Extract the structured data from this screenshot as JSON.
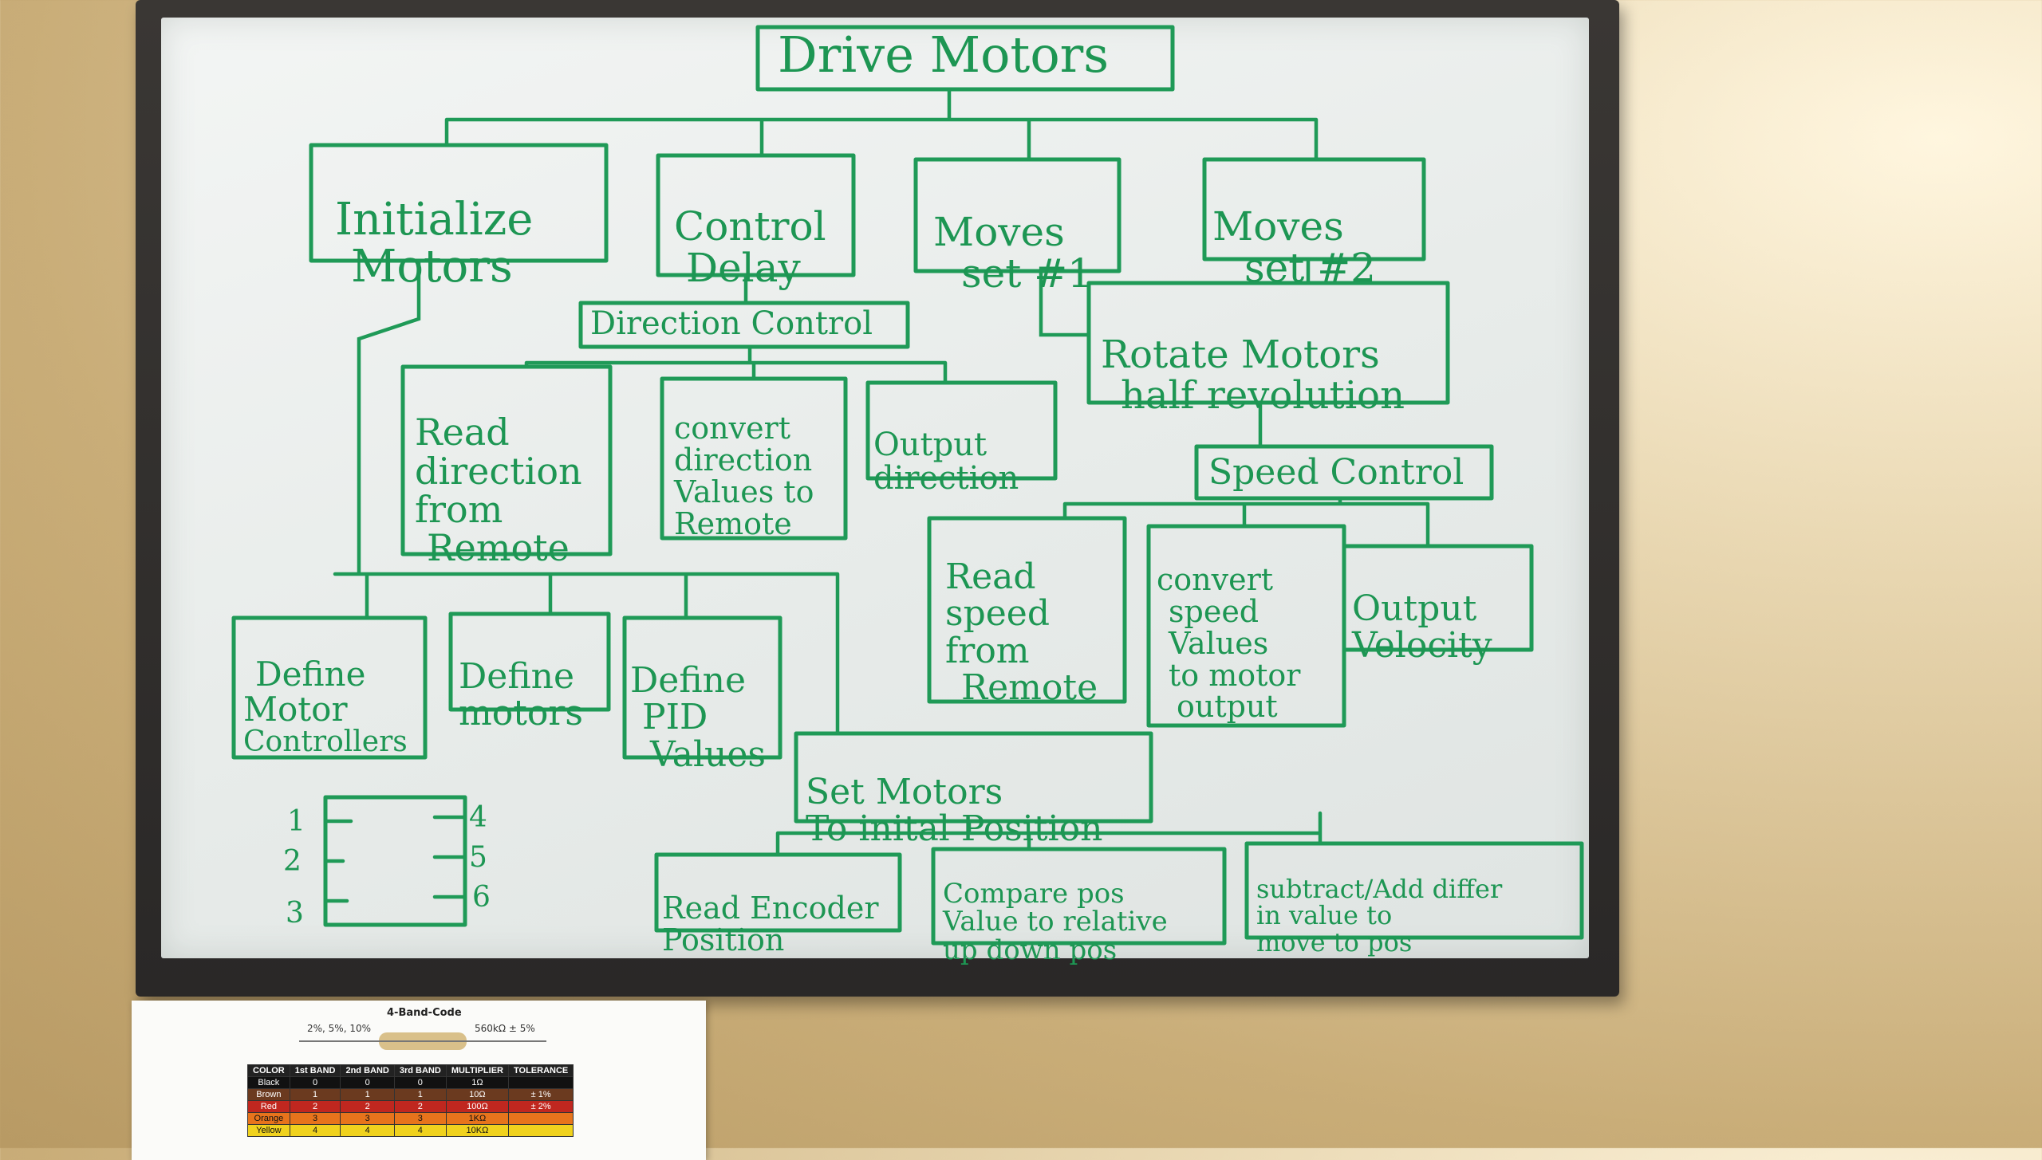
{
  "diagram": {
    "title": "Drive Motors",
    "top_level": [
      {
        "id": "initialize",
        "lines": [
          "Initialize",
          "Motors"
        ]
      },
      {
        "id": "control-delay",
        "lines": [
          "Control",
          "Delay"
        ]
      },
      {
        "id": "moves-1",
        "lines": [
          "Moves",
          "set #1"
        ]
      },
      {
        "id": "moves-2",
        "lines": [
          "Moves",
          "set #2"
        ]
      }
    ],
    "direction_control": {
      "title": "Direction Control",
      "children": [
        {
          "id": "read-direction",
          "lines": [
            "Read",
            "direction",
            "from",
            "Remote"
          ]
        },
        {
          "id": "convert-direction",
          "lines": [
            "convert",
            "direction",
            "Values to",
            "Remote"
          ]
        },
        {
          "id": "output-direction",
          "lines": [
            "Output",
            "direction"
          ]
        }
      ]
    },
    "rotate_motors": {
      "lines": [
        "Rotate Motors",
        "half revolution"
      ]
    },
    "speed_control": {
      "title": "Speed Control",
      "children": [
        {
          "id": "read-speed",
          "lines": [
            "Read",
            "speed",
            "from",
            "Remote"
          ]
        },
        {
          "id": "convert-speed",
          "lines": [
            "convert",
            "speed",
            "Values",
            "to motor",
            "output"
          ]
        },
        {
          "id": "output-velocity",
          "lines": [
            "Output",
            "Velocity"
          ]
        }
      ]
    },
    "initialize_children": [
      {
        "id": "define-controllers",
        "lines": [
          "Define",
          "Motor",
          "Controllers"
        ]
      },
      {
        "id": "define-motors",
        "lines": [
          "Define",
          "motors"
        ]
      },
      {
        "id": "define-pid",
        "lines": [
          "Define",
          "PID",
          "Values"
        ]
      }
    ],
    "set_motors": {
      "lines": [
        "Set Motors",
        "To inital Position"
      ]
    },
    "set_motors_children": [
      {
        "id": "read-encoder",
        "lines": [
          "Read Encoder",
          "Position"
        ]
      },
      {
        "id": "compare-pos",
        "lines": [
          "Compare pos",
          "Value to relative",
          "up down pos"
        ]
      },
      {
        "id": "subtract-add",
        "lines": [
          "subtract/Add differ",
          "in value to",
          "move to pos"
        ]
      }
    ],
    "pin_sketch": {
      "left_pins": [
        "1",
        "2",
        "3"
      ],
      "right_pins": [
        "4",
        "5",
        "6"
      ]
    }
  },
  "resistor_chart": {
    "title": "4-Band-Code",
    "left_caption": "2%, 5%, 10%",
    "right_caption": "560kΩ  ± 5%",
    "headers": [
      "COLOR",
      "1st BAND",
      "2nd BAND",
      "3rd BAND",
      "MULTIPLIER",
      "TOLERANCE"
    ],
    "rows": [
      {
        "color": "Black",
        "hex": "#111111",
        "cells": [
          "0",
          "0",
          "0",
          "1Ω",
          ""
        ]
      },
      {
        "color": "Brown",
        "hex": "#6b3a1f",
        "cells": [
          "1",
          "1",
          "1",
          "10Ω",
          "± 1%"
        ]
      },
      {
        "color": "Red",
        "hex": "#c0271f",
        "cells": [
          "2",
          "2",
          "2",
          "100Ω",
          "± 2%"
        ]
      },
      {
        "color": "Orange",
        "hex": "#e7741c",
        "cells": [
          "3",
          "3",
          "3",
          "1KΩ",
          ""
        ]
      },
      {
        "color": "Yellow",
        "hex": "#f0d21e",
        "cells": [
          "4",
          "4",
          "4",
          "10KΩ",
          ""
        ]
      }
    ]
  }
}
